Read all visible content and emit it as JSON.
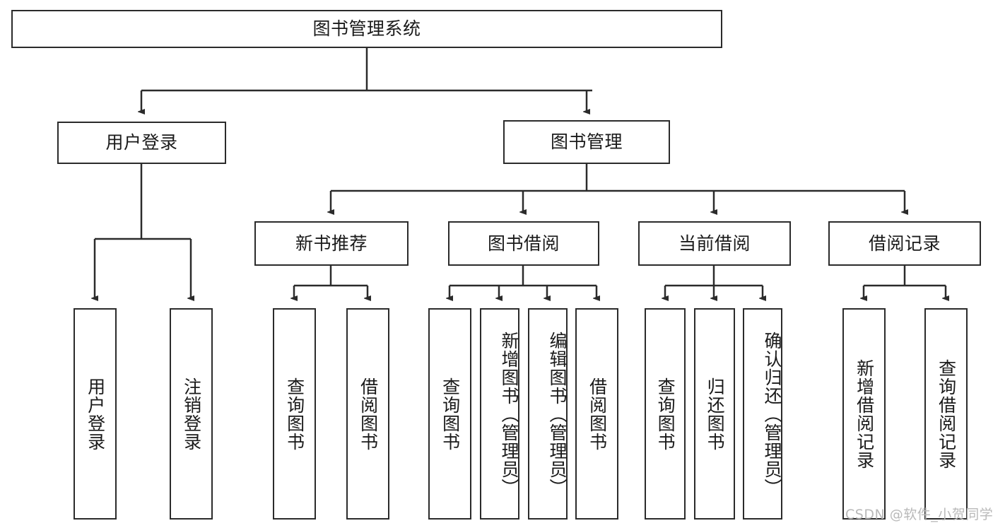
{
  "diagram": {
    "type": "tree",
    "title": "图书管理系统",
    "root": {
      "label": "图书管理系统"
    },
    "level1": [
      {
        "label": "用户登录"
      },
      {
        "label": "图书管理"
      }
    ],
    "level2": [
      {
        "label": "新书推荐"
      },
      {
        "label": "图书借阅"
      },
      {
        "label": "当前借阅"
      },
      {
        "label": "借阅记录"
      }
    ],
    "leaves": {
      "user_login": [
        {
          "label": "用户登录"
        },
        {
          "label": "注销登录"
        }
      ],
      "new_book_recommend": [
        {
          "label": "查询图书"
        },
        {
          "label": "借阅图书"
        }
      ],
      "book_borrow": [
        {
          "label": "查询图书"
        },
        {
          "label": "新增图书（管理员）"
        },
        {
          "label": "编辑图书（管理员）"
        },
        {
          "label": "借阅图书"
        }
      ],
      "current_borrow": [
        {
          "label": "查询图书"
        },
        {
          "label": "归还图书"
        },
        {
          "label": "确认归还（管理员）"
        }
      ],
      "borrow_records": [
        {
          "label": "新增借阅记录"
        },
        {
          "label": "查询借阅记录"
        }
      ]
    },
    "watermark": "CSDN @软件_小贺同学",
    "colors": {
      "stroke": "#2b2b2b",
      "text": "#1a1a1a",
      "background": "#ffffff",
      "watermark": "#b9b9b9"
    }
  }
}
